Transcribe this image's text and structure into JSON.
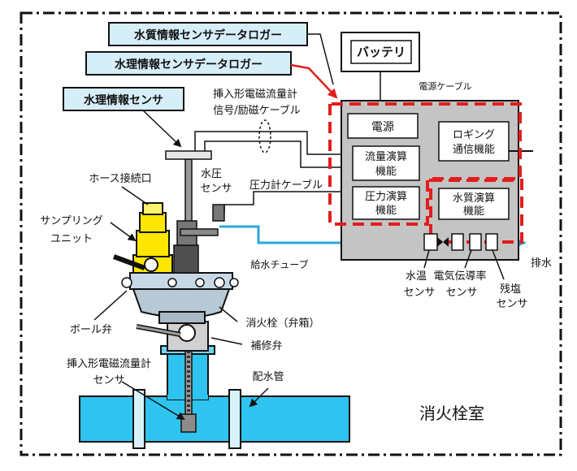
{
  "room_label": "消火栓室",
  "loggers": {
    "water_quality_logger": "水質情報センサデータロガー",
    "water_management_logger": "水理情報センサデータロガー",
    "hydraulic_sensor": "水理情報センサ"
  },
  "battery": "バッテリ",
  "cables": {
    "power_cable": "電源ケーブル",
    "em_meter_cable_line1": "挿入形電磁流量計",
    "em_meter_cable_line2": "信号/励磁ケーブル",
    "pressure_cable": "圧力計ケーブル"
  },
  "pressure_sensor": {
    "line1": "水圧",
    "line2": "センサ"
  },
  "logger_modules": {
    "power": "電源",
    "flow_calc_1": "流量演算",
    "flow_calc_2": "機能",
    "logging_1": "ロギング",
    "logging_2": "通信機能",
    "pressure_calc_1": "圧力演算",
    "pressure_calc_2": "機能",
    "quality_calc_1": "水質演算",
    "quality_calc_2": "機能"
  },
  "components": {
    "hose_connector": "ホース接続口",
    "sampling_unit_1": "サンプリング",
    "sampling_unit_2": "ユニット",
    "ball_valve": "ボール弁",
    "hydrant": "消火栓（弁箱）",
    "repair_valve": "補修弁",
    "em_flow_sensor_1": "挿入形電磁流量計",
    "em_flow_sensor_2": "センサ",
    "distribution_pipe": "配水管",
    "supply_tube": "給水チューブ",
    "drain": "排水"
  },
  "quality_sensors": {
    "temp_1": "水温",
    "temp_2": "センサ",
    "conductivity_1": "電気伝導率",
    "conductivity_2": "センサ",
    "chlorine_1": "残塩",
    "chlorine_2": "センサ"
  },
  "colors": {
    "highlight_dash": "#e31d1d",
    "logger_box": "#c4c4c4",
    "water_blue": "#29a8df",
    "pipe_blue": "#2ec4ef",
    "sampling_yellow": "#ffe600",
    "label_box_fill": "#d6eef8"
  }
}
